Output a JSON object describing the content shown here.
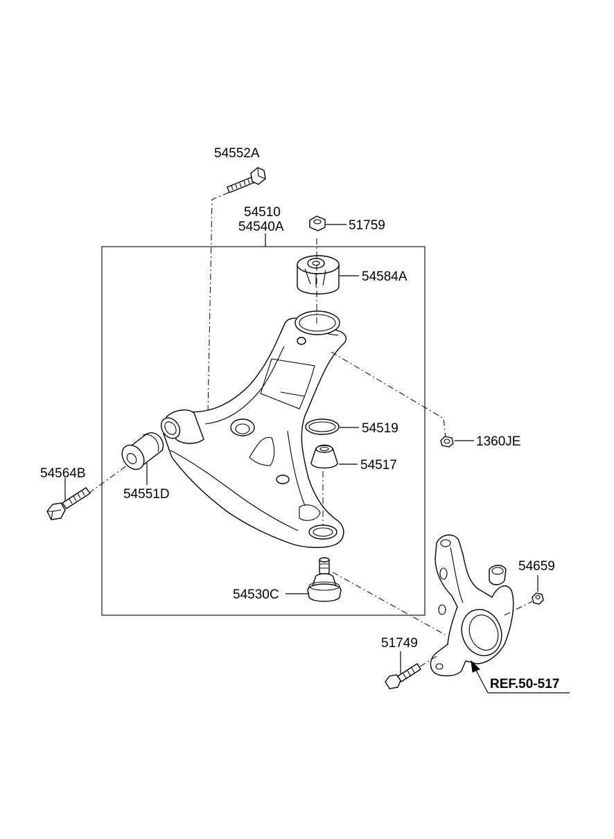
{
  "diagram": {
    "labels": {
      "p54552A": "54552A",
      "p54510": "54510",
      "p54540A": "54540A",
      "p51759": "51759",
      "p54584A": "54584A",
      "p54519": "54519",
      "p1360JE": "1360JE",
      "p54517": "54517",
      "p54564B": "54564B",
      "p54551D": "54551D",
      "p54530C": "54530C",
      "p54659": "54659",
      "p51749": "51749",
      "ref": "REF.50-517"
    }
  }
}
